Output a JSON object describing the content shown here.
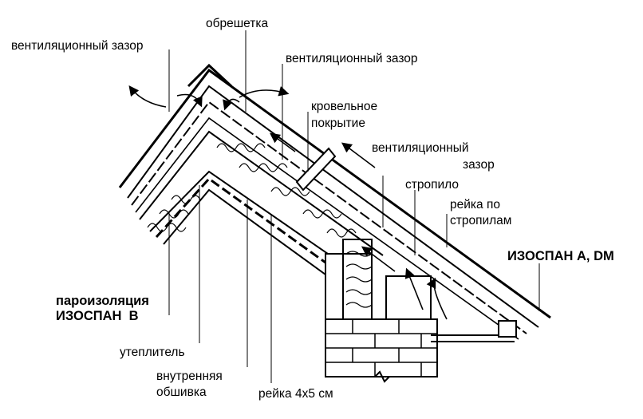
{
  "labels": {
    "vent_gap_left": "вентиляционный зазор",
    "battens": "обрешетка",
    "vent_gap_top": "вентиляционный зазор",
    "roofing_1": "кровельное",
    "roofing_2": "покрытие",
    "vent_gap_right_1": "вентиляционный",
    "vent_gap_right_2": "зазор",
    "rafter": "стропило",
    "counter_batten_1": "рейка по",
    "counter_batten_2": "стропилам",
    "izospan_ad_1": "ИЗОСПАН А",
    "izospan_ad_2": ", DM",
    "vapor_barrier": "пароизоляция",
    "izospan_b": "ИЗОСПАН  В",
    "insulation": "утеплитель",
    "inner_lining_1": "внутренняя",
    "inner_lining_2": "обшивка",
    "batten_size": "рейка 4х5 см"
  },
  "colors": {
    "line": "#000000",
    "background": "#ffffff"
  }
}
